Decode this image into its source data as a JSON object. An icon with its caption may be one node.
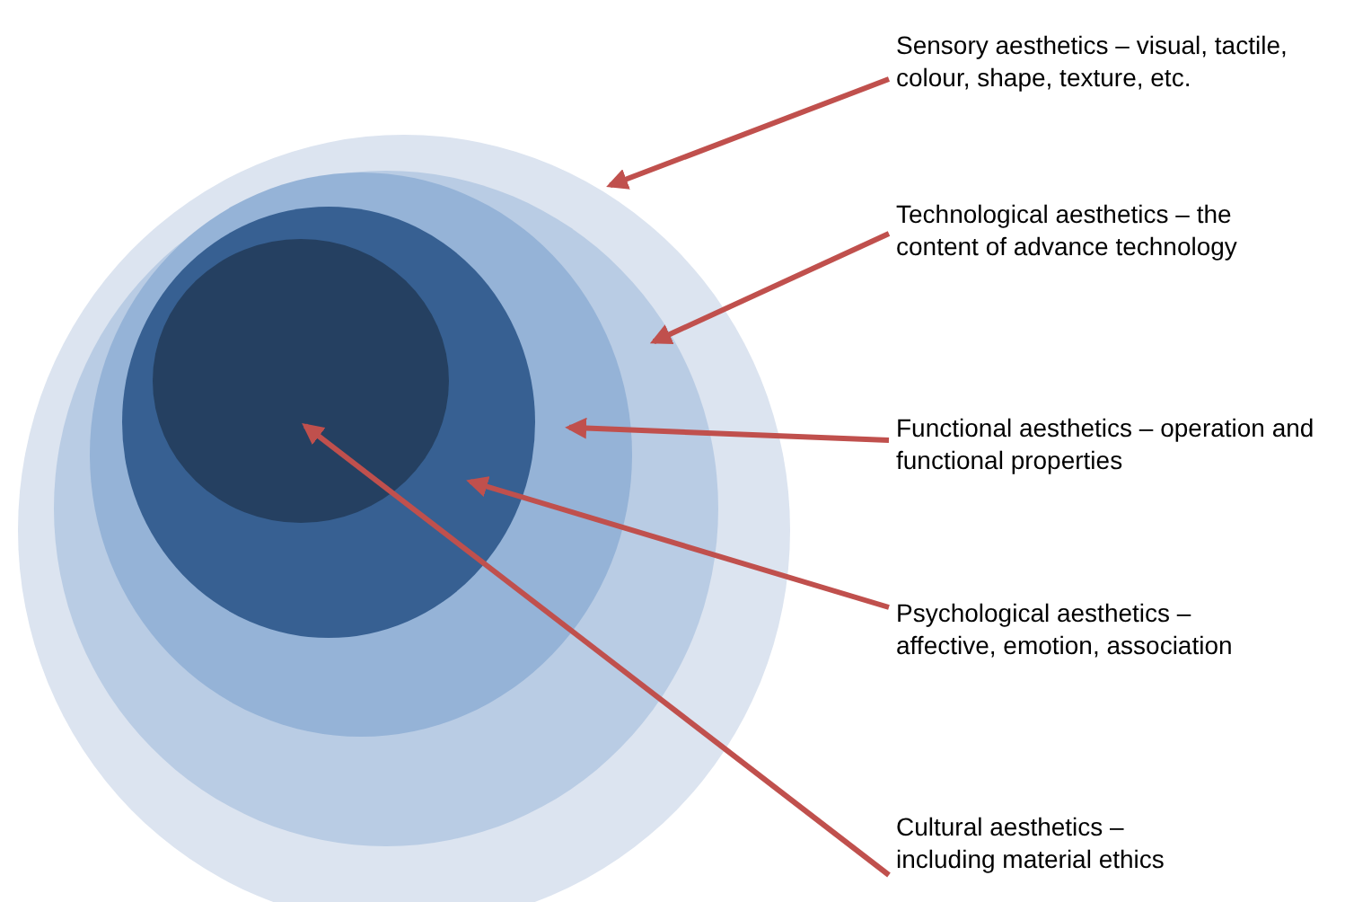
{
  "diagram": {
    "nodes": [
      {
        "text": [],
        "shape": "circle"
      },
      {
        "text": [],
        "shape": "circle",
        "in": 0
      },
      {
        "text": [],
        "shape": "circle",
        "in": 1
      },
      {
        "text": [],
        "shape": "circle",
        "in": 2
      },
      {
        "text": [],
        "shape": "circle",
        "in": 3
      },
      {
        "text": [
          "Sensory aesthetics – visual, tactile, colour, shape, texture, etc."
        ]
      },
      {
        "text": [
          "Technological aesthetics – the content of advance technology"
        ]
      },
      {
        "text": [
          "Functional aesthetics – operation and functional properties"
        ]
      },
      {
        "text": [
          "Psychological aesthetics – affective, emotion, association"
        ]
      },
      {
        "text": [
          "Cultural aesthetics – including material ethics"
        ]
      }
    ],
    "edges": [
      {
        "from": 5,
        "to": 0,
        "arrow": "to"
      },
      {
        "from": 6,
        "to": 1,
        "arrow": "to"
      },
      {
        "from": 7,
        "to": 2,
        "arrow": "to"
      },
      {
        "from": 8,
        "to": 3,
        "arrow": "to"
      },
      {
        "from": 9,
        "to": 4,
        "arrow": "to"
      }
    ]
  }
}
